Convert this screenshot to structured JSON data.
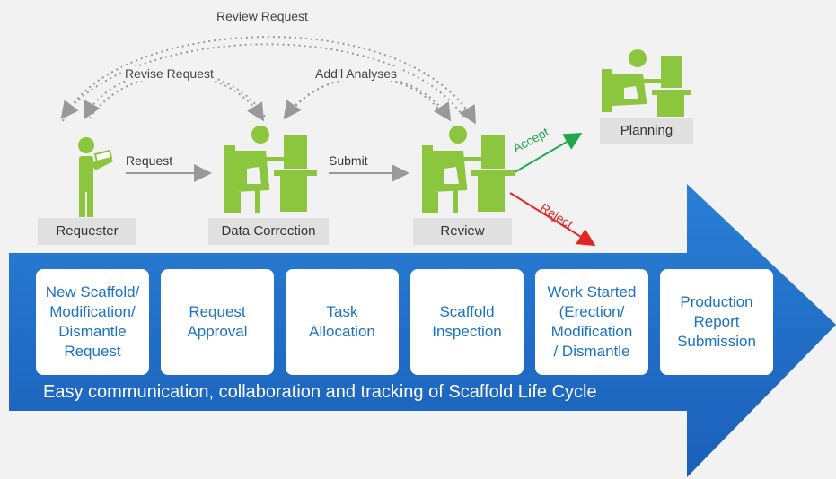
{
  "colors": {
    "background": "#f2f2f2",
    "arrow_blue": "#1f6fc9",
    "arrow_blue_light": "#3b8fe0",
    "figure_green": "#8cc63e",
    "card_text": "#1a73c4",
    "accept": "#1fa84f",
    "reject": "#e02626",
    "loop_dots": "#999999"
  },
  "roles": {
    "requester": "Requester",
    "data_correction": "Data Correction",
    "review": "Review",
    "planning": "Planning"
  },
  "flows": {
    "request": "Request",
    "submit": "Submit",
    "accept": "Accept",
    "reject": "Reject"
  },
  "loops": {
    "review_request": "Review Request",
    "revise_request": "Revise Request",
    "addl_analyses": "Add’l Analyses"
  },
  "stages": [
    "New Scaffold/\nModification/\nDismantle\nRequest",
    "Request\nApproval",
    "Task\nAllocation",
    "Scaffold\nInspection",
    "Work Started\n(Erection/\nModification\n/ Dismantle",
    "Production\nReport\nSubmission"
  ],
  "tagline": "Easy communication, collaboration and tracking of Scaffold Life Cycle"
}
